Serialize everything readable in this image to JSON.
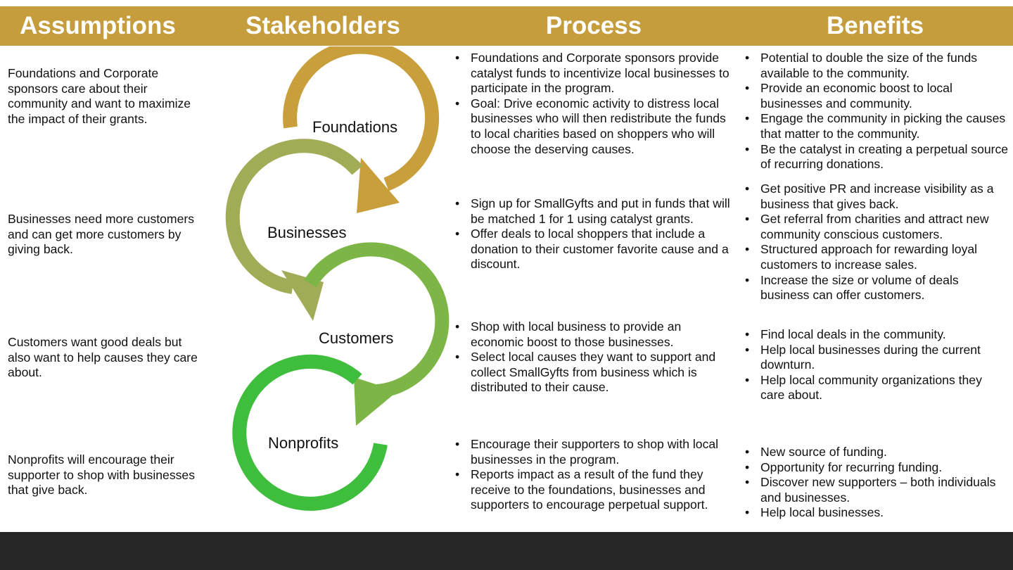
{
  "headers": {
    "assumptions": "Assumptions",
    "stakeholders": "Stakeholders",
    "process": "Process",
    "benefits": "Benefits"
  },
  "colors": {
    "header_bg": "#c59d3c",
    "foundations_arc": "#c99f3c",
    "businesses_arc": "#a2ab55",
    "customers_arc": "#7db646",
    "nonprofits_arc": "#3fbd3c",
    "footer_bg": "#262626"
  },
  "stakeholders": [
    "Foundations",
    "Businesses",
    "Customers",
    "Nonprofits"
  ],
  "assumptions": [
    "Foundations and Corporate sponsors care about their community and want to maximize the impact of their grants.",
    "Businesses need more customers and can get more customers by giving back.",
    "Customers want good deals but also want to help causes they care about.",
    "Nonprofits will encourage their supporter to shop with businesses that give back."
  ],
  "process": [
    [
      "Foundations and Corporate sponsors provide catalyst funds to incentivize local businesses to participate in the program.",
      "Goal: Drive economic activity to distress local businesses who will then redistribute the funds to local charities based on shoppers who will choose the deserving causes."
    ],
    [
      "Sign up for SmallGyfts and put in funds that will be matched 1 for 1 using catalyst grants.",
      "Offer deals to local shoppers that include a donation to their customer favorite cause and a discount."
    ],
    [
      "Shop with local business to provide an economic boost to those businesses.",
      "Select local causes they want to support and collect SmallGyfts from business which is distributed to their cause."
    ],
    [
      "Encourage their supporters to shop with local businesses in the program.",
      "Reports impact as a result of the fund they receive to the foundations, businesses and supporters to encourage perpetual support."
    ]
  ],
  "benefits": [
    [
      "Potential to double the size of the funds available to the community.",
      "Provide an economic boost to local businesses and community.",
      "Engage the community in picking the causes that matter to the community.",
      "Be the catalyst in creating a perpetual source of recurring donations."
    ],
    [
      "Get positive PR and increase visibility as a business that gives back.",
      "Get referral from charities and attract new community conscious customers.",
      "Structured approach for rewarding loyal customers to increase sales.",
      "Increase the size or volume of deals business can offer customers."
    ],
    [
      "Find local deals in the community.",
      "Help local businesses during the current downturn.",
      "Help local community organizations they care about."
    ],
    [
      "New source of funding.",
      "Opportunity for recurring funding.",
      "Discover new supporters – both individuals and businesses.",
      "Help local businesses."
    ]
  ]
}
